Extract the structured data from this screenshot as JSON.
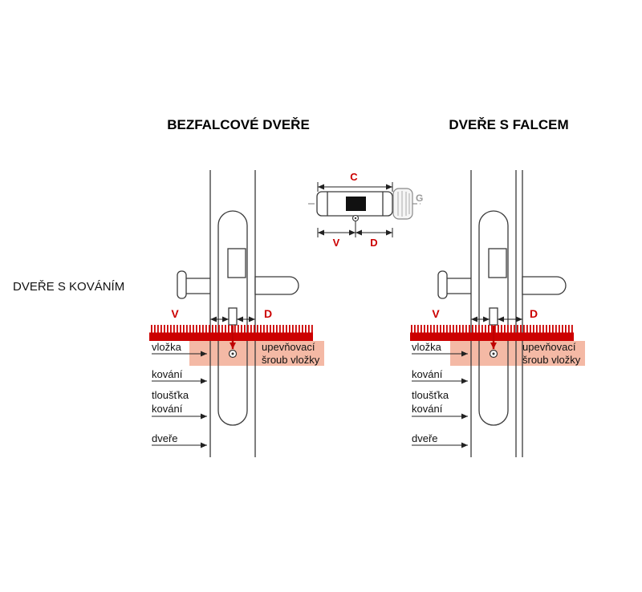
{
  "header": {
    "left_title": "BEZFALCOVÉ DVEŘE",
    "right_title": "DVEŘE S FALCEM"
  },
  "side_label": "DVEŘE S KOVÁNÍM",
  "cylinder_inset": {
    "c": "C",
    "v": "V",
    "d": "D",
    "g": "G"
  },
  "diagram": {
    "v": "V",
    "d": "D",
    "vlozka": "vložka",
    "upevnovaci_line1": "upevňovací",
    "upevnovaci_line2": "šroub vložky",
    "kovani": "kování",
    "tloustka_line1": "tloušťka",
    "tloustka_line2": "kování",
    "dvere": "dveře"
  },
  "colors": {
    "accent_red": "#cc0000",
    "arrow_red": "#c00000",
    "fill_pink": "#f4b9a5",
    "line": "#3a3a3a",
    "gray_label": "#9a9a9a"
  }
}
